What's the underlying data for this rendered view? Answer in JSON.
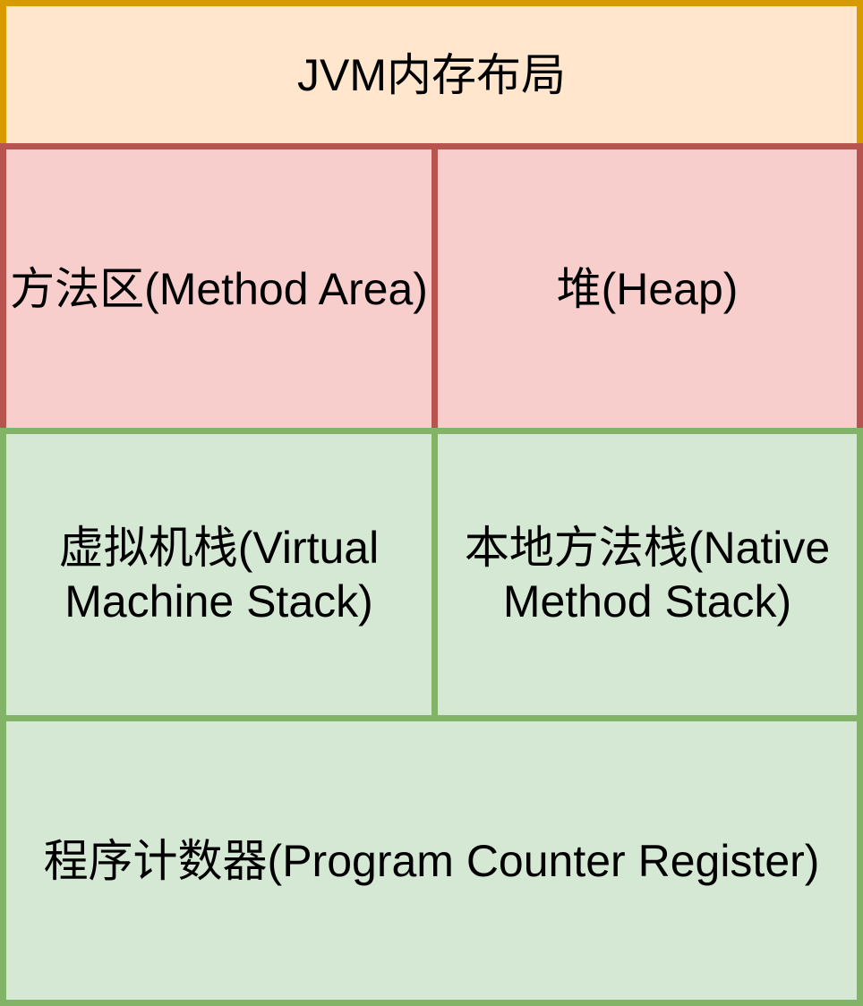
{
  "diagram": {
    "title": "JVM内存布局",
    "cells": {
      "method_area": "方法区(Method Area)",
      "heap": "堆(Heap)",
      "virtual_machine_stack": "虚拟机栈(Virtual Machine Stack)",
      "native_method_stack": "本地方法栈(Native Method Stack)",
      "program_counter_register": "程序计数器(Program Counter Register)"
    },
    "colors": {
      "title_fill": "#FFE6CC",
      "title_border": "#D79B00",
      "upper_fill": "#F8CECC",
      "upper_border": "#B85450",
      "lower_fill": "#D5E8D4",
      "lower_border": "#82B366",
      "text_color": "#000000"
    }
  }
}
